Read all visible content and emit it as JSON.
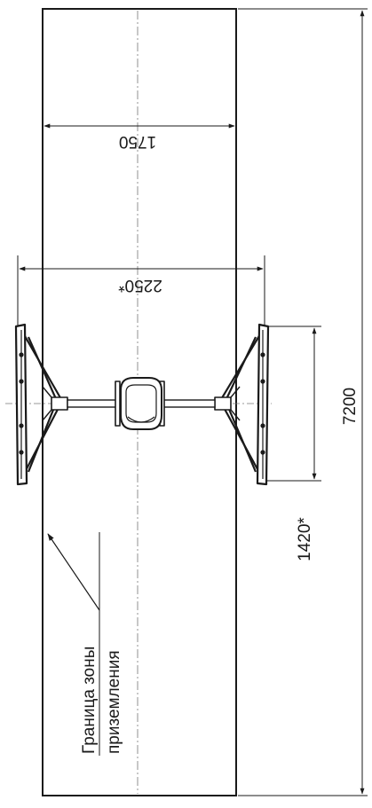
{
  "dimensions": {
    "zone_width": "1750",
    "swing_width": "2250*",
    "total_length": "7200",
    "base_length": "1420*"
  },
  "labels": {
    "boundary_line1": "Граница зоны",
    "boundary_line2": "приземления"
  },
  "colors": {
    "line": "#1a1a1a",
    "paper": "#ffffff",
    "axis": "#777777"
  }
}
